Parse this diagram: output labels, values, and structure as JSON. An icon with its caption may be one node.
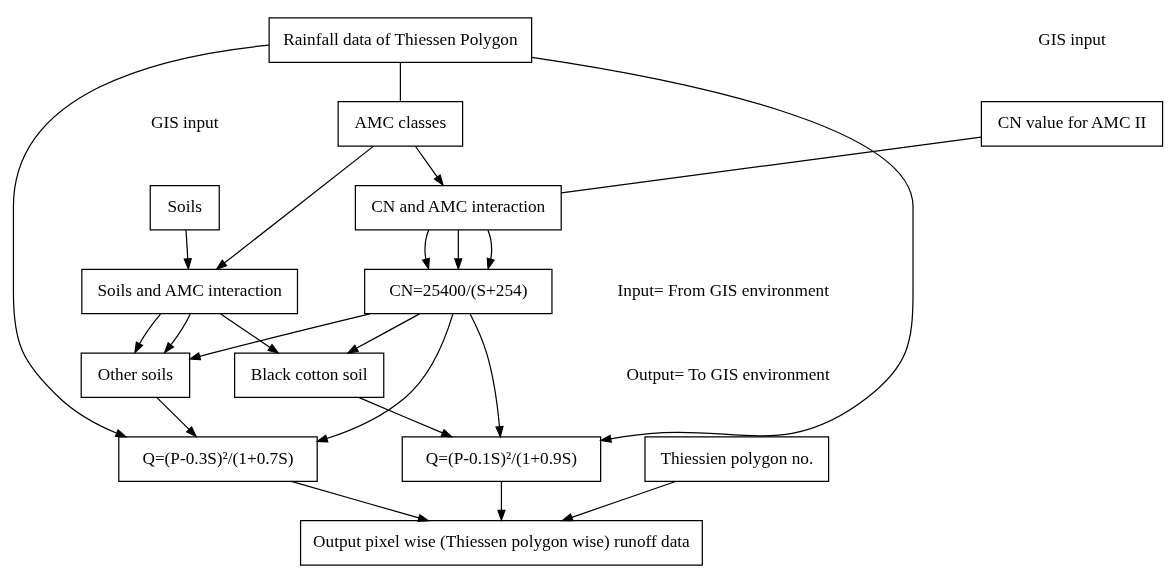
{
  "diagram": {
    "nodes": [
      {
        "text": [
          "Rainfall data of Thiessen Polygon"
        ]
      },
      {
        "text": [
          "CN value for AMC II"
        ],
        "beside": [
          "GIS input"
        ]
      },
      {
        "text": [
          "AMC classes"
        ]
      },
      {
        "text": [
          "Soils"
        ],
        "beside": [
          "GIS input"
        ]
      },
      {
        "text": [
          "Thiessien polygon no."
        ]
      },
      {
        "text": [
          "CN and AMC interaction"
        ]
      },
      {
        "text": [
          "Soils and AMC interaction"
        ]
      },
      {
        "text": [
          "CN=25400/(S+254)"
        ]
      },
      {
        "text": [
          "Black cotton soil"
        ]
      },
      {
        "text": [
          "Other soils"
        ]
      },
      {
        "text": [
          "Q=(P-0.1S)²/(1+0.9S)"
        ]
      },
      {
        "text": [
          "Q=(P-0.3S)²/(1+0.7S)"
        ]
      },
      {
        "text": [
          "Output pixel wise (Thiessen polygon wise) runoff data"
        ]
      }
    ],
    "edges": [
      {
        "from": 0,
        "to": 2,
        "arrow": "none"
      },
      {
        "from": 1,
        "to": 5,
        "arrow": "none"
      },
      {
        "from": 2,
        "to": 5,
        "arrow": "to"
      },
      {
        "from": 2,
        "to": 6,
        "arrow": "to"
      },
      {
        "from": 3,
        "to": 6,
        "arrow": "to"
      },
      {
        "from": 5,
        "to": 7,
        "arrow": "to"
      },
      {
        "from": 5,
        "to": 7,
        "arrow": "to"
      },
      {
        "from": 5,
        "to": 7,
        "arrow": "to"
      },
      {
        "from": 6,
        "to": 8,
        "arrow": "to"
      },
      {
        "from": 6,
        "to": 9,
        "arrow": "to"
      },
      {
        "from": 6,
        "to": 9,
        "arrow": "to"
      },
      {
        "from": 7,
        "to": 8,
        "arrow": "to"
      },
      {
        "from": 7,
        "to": 9,
        "arrow": "to"
      },
      {
        "from": 7,
        "to": 10,
        "arrow": "to"
      },
      {
        "from": 7,
        "to": 11,
        "arrow": "to"
      },
      {
        "from": 8,
        "to": 10,
        "arrow": "to"
      },
      {
        "from": 9,
        "to": 11,
        "arrow": "to"
      },
      {
        "from": 0,
        "to": 11,
        "arrow": "to"
      },
      {
        "from": 0,
        "to": 10,
        "arrow": "to"
      },
      {
        "from": 4,
        "to": 12,
        "arrow": "to"
      },
      {
        "from": 10,
        "to": 12,
        "arrow": "to"
      },
      {
        "from": 11,
        "to": 12,
        "arrow": "to"
      }
    ],
    "labels": [
      "Input= From GIS environment",
      "Output= To GIS environment"
    ]
  }
}
